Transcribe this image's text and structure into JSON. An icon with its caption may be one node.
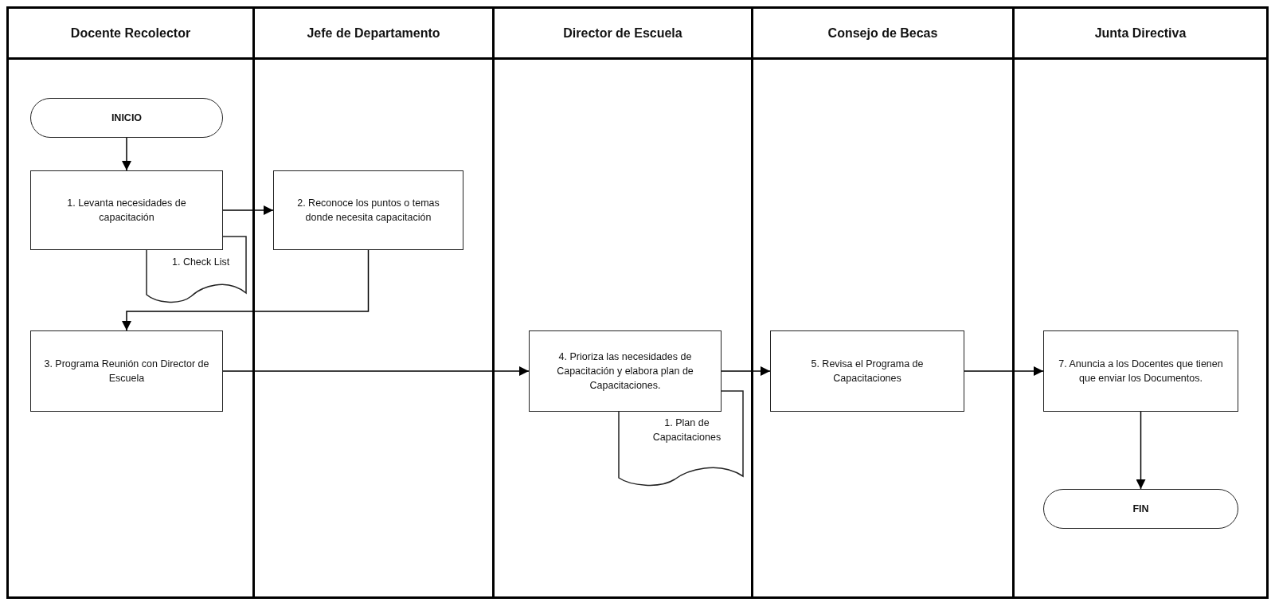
{
  "diagram": {
    "nodes": [
      {
        "text": [
          "Docente Recolector"
        ]
      },
      {
        "text": [
          "Jefe de Departamento"
        ]
      },
      {
        "text": [
          "Director de Escuela"
        ]
      },
      {
        "text": [
          "Consejo de Becas"
        ]
      },
      {
        "text": [
          "Junta Directiva"
        ]
      },
      {
        "text": [
          "INICIO"
        ],
        "in": 0
      },
      {
        "text": [
          "1. Levanta necesidades de capacitación"
        ],
        "in": 0
      },
      {
        "text": [
          "1. Check List"
        ],
        "in": 0
      },
      {
        "text": [
          "2. Reconoce los puntos o temas donde necesita capacitación"
        ],
        "in": 1
      },
      {
        "text": [
          "3. Programa Reunión con Director de Escuela"
        ],
        "in": 0
      },
      {
        "text": [
          "4. Prioriza las necesidades de Capacitación y elabora plan de Capacitaciones."
        ],
        "in": 2
      },
      {
        "text": [
          "1. Plan de Capacitaciones"
        ],
        "in": 2
      },
      {
        "text": [
          "5. Revisa el Programa de Capacitaciones"
        ],
        "in": 3
      },
      {
        "text": [
          "7. Anuncia a los Docentes que tienen que enviar los Documentos."
        ],
        "in": 4
      },
      {
        "text": [
          "FIN"
        ],
        "in": 4
      }
    ],
    "edges": [
      {
        "from": 5,
        "to": 6,
        "arrow": "to"
      },
      {
        "from": 6,
        "to": 8,
        "arrow": "to"
      },
      {
        "from": 8,
        "to": 9,
        "arrow": "to"
      },
      {
        "from": 9,
        "to": 10,
        "arrow": "to"
      },
      {
        "from": 10,
        "to": 12,
        "arrow": "to"
      },
      {
        "from": 12,
        "to": 13,
        "arrow": "to"
      },
      {
        "from": 13,
        "to": 14,
        "arrow": "to"
      }
    ]
  }
}
